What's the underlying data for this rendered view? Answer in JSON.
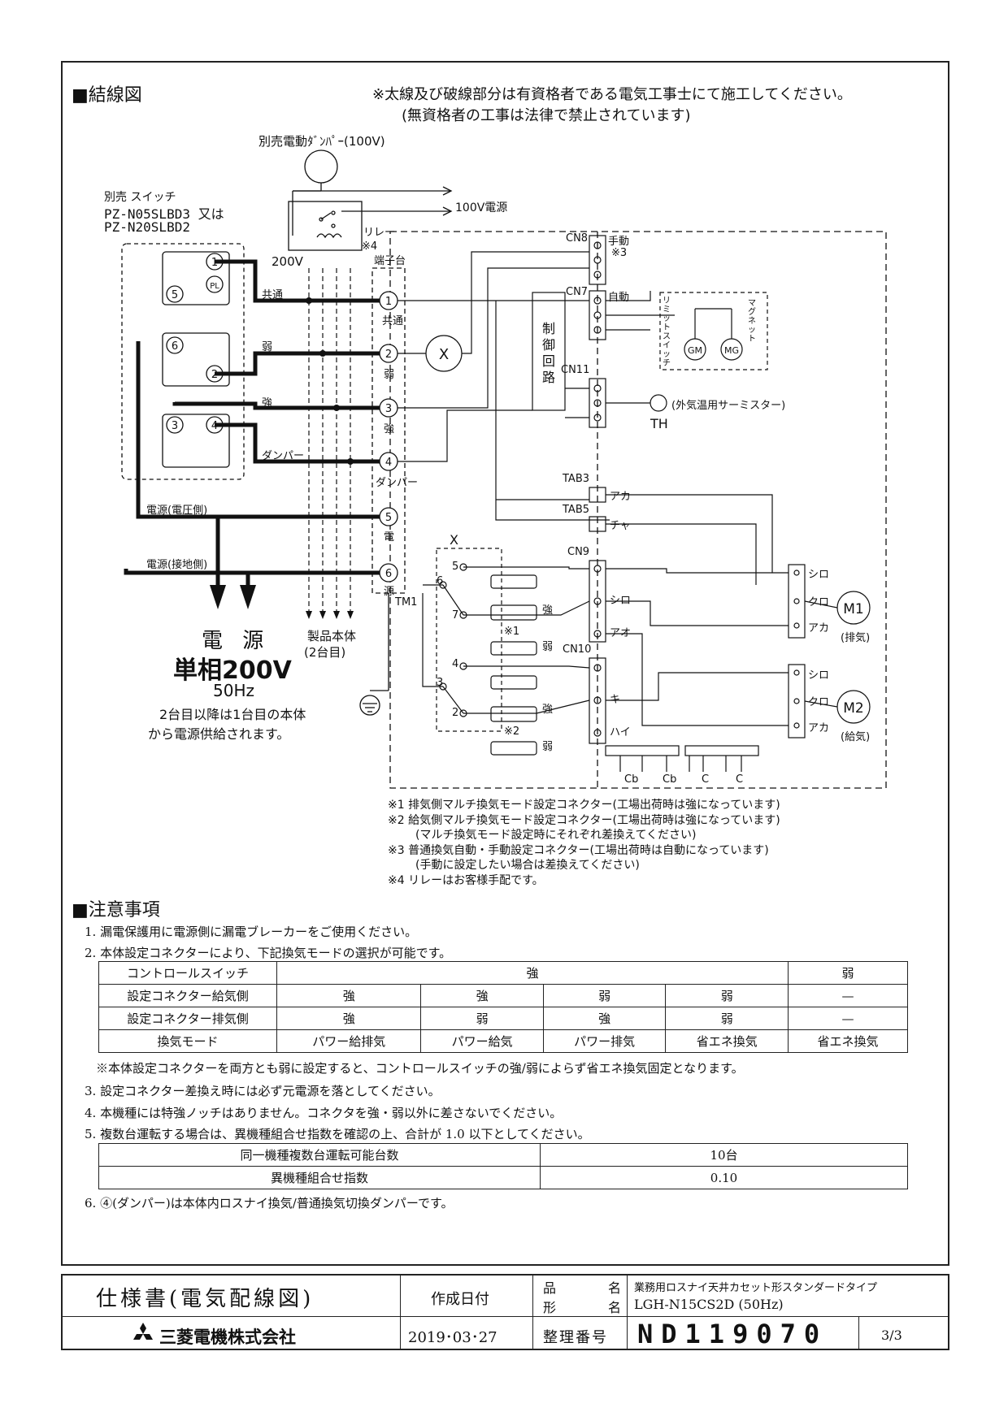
{
  "diagram": {
    "section_title": "■結線図",
    "notice_line1": "※太線及び破線部分は有資格者である電気工事士にて施工してください。",
    "notice_line2": "(無資格者の工事は法律で禁止されています)",
    "damper_label": "別売電動ﾀﾞﾝﾊﾟｰ(100V)",
    "switch_label_1": "別売 スイッチ",
    "switch_label_2": "PZ-N05SLBD3 又は",
    "switch_label_3": "PZ-N20SLBD2",
    "relay_label": "リレー",
    "relay_note": "※4",
    "v100_label": "100V電源",
    "v200_label": "200V",
    "terminal_block_label": "端子台",
    "tm1_label": "TM1",
    "line_common": "共通",
    "line_weak": "弱",
    "line_strong": "強",
    "line_damper": "ダンパー",
    "line_power_v": "電源(電圧側)",
    "line_power_g": "電源(接地側)",
    "terminals": [
      {
        "num": "1",
        "label": "共通"
      },
      {
        "num": "2",
        "label": "弱"
      },
      {
        "num": "3",
        "label": "強"
      },
      {
        "num": "4",
        "label": "ダンパー"
      },
      {
        "num": "5",
        "label": "電"
      },
      {
        "num": "6",
        "label": "源"
      }
    ],
    "switch_numbers": [
      "1",
      "PL",
      "5",
      "6",
      "2",
      "3",
      "4"
    ],
    "x_relay": "X",
    "control_circuit": "制御回路",
    "cn8": "CN8",
    "cn8_manual": "手動",
    "cn8_note": "※3",
    "cn7": "CN7",
    "cn7_auto": "自動",
    "cn11": "CN11",
    "thermistor": "(外気温用サーミスター)",
    "th": "TH",
    "limit_switch": "リミットスイッチ",
    "magnet": "マグネット",
    "gm": "GM",
    "mg": "MG",
    "tab3": "TAB3",
    "tab3_c": "アカ",
    "tab5": "TAB5",
    "tab5_c": "チャ",
    "cn9": "CN9",
    "cn10": "CN10",
    "x_label": "X",
    "x_contacts": [
      "5",
      "6",
      "7",
      "4",
      "3",
      "2"
    ],
    "strong": "強",
    "weak": "弱",
    "note1_mark": "※1",
    "note2_mark": "※2",
    "wire_shiro": "シロ",
    "wire_ao": "アオ",
    "wire_ki": "キ",
    "wire_hai": "ハイ",
    "wire_kuro": "クロ",
    "wire_aka": "アカ",
    "m1": "M1",
    "m1_sub": "(排気)",
    "m2": "M2",
    "m2_sub": "(給気)",
    "cap_labels": [
      "Cb",
      "Cb",
      "C",
      "C"
    ],
    "power_title": "電 源",
    "power_phase": "単相200V",
    "power_hz": "50Hz",
    "power_note1": "2台目以降は1台目の本体",
    "power_note2": "から電源供給されます。",
    "product_label1": "製品本体",
    "product_label2": "(2台目)",
    "footnotes": [
      "※1 排気側マルチ換気モード設定コネクター(工場出荷時は強になっています)",
      "※2 給気側マルチ換気モード設定コネクター(工場出荷時は強になっています)",
      "(マルチ換気モード設定時にそれぞれ差換えてください)",
      "※3 普通換気自動・手動設定コネクター(工場出荷時は自動になっています)",
      "(手動に設定したい場合は差換えてください)",
      "※4 リレーはお客様手配です。"
    ]
  },
  "notes": {
    "title": "■注意事項",
    "item1": "1. 漏電保護用に電源側に漏電ブレーカーをご使用ください。",
    "item2": "2. 本体設定コネクターにより、下記換気モードの選択が可能です。",
    "table_headers": {
      "label": "コントロールスイッチ",
      "strong": "強",
      "weak": "弱"
    },
    "table_rows": [
      {
        "label": "設定コネクター給気側",
        "cells": [
          "強",
          "強",
          "弱",
          "弱",
          "—"
        ]
      },
      {
        "label": "設定コネクター排気側",
        "cells": [
          "強",
          "弱",
          "強",
          "弱",
          "—"
        ]
      },
      {
        "label": "換気モード",
        "cells": [
          "パワー給排気",
          "パワー給気",
          "パワー排気",
          "省エネ換気",
          "省エネ換気"
        ]
      }
    ],
    "table_note": "※本体設定コネクターを両方とも弱に設定すると、コントロールスイッチの強/弱によらず省エネ換気固定となります。",
    "item3": "3. 設定コネクター差換え時には必ず元電源を落としてください。",
    "item4": "4. 本機種には特強ノッチはありません。コネクタを強・弱以外に差さないでください。",
    "item5": "5. 複数台運転する場合は、異機種組合せ指数を確認の上、合計が 1.0 以下としてください。",
    "multi_rows": [
      {
        "label": "同一機種複数台運転可能台数",
        "value": "10台"
      },
      {
        "label": "異機種組合せ指数",
        "value": "0.10"
      }
    ],
    "item6": "6. ④(ダンパー)は本体内ロスナイ換気/普通換気切換ダンパーです。"
  },
  "title_block": {
    "doc_title": "仕様書(電気配線図)",
    "date_label": "作成日付",
    "date_value": "2019･03･27",
    "hin": "品",
    "mei": "名",
    "kata": "形",
    "mei2": "名",
    "product_name": "業務用ロスナイ天井カセット形スタンダードタイプ",
    "model": "LGH-N15CS2D (50Hz)",
    "number_label": "整理番号",
    "doc_number": "ND119070",
    "page": "3/3",
    "company": "三菱電機株式会社"
  }
}
